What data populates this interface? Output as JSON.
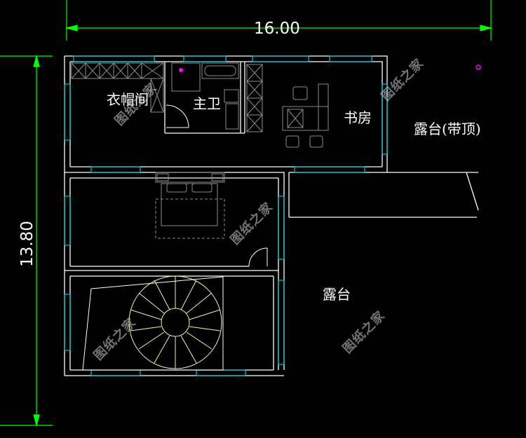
{
  "dimensions": {
    "width_label": "16.00",
    "height_label": "13.80"
  },
  "rooms": {
    "closet": "衣帽间",
    "master_bath": "主卫",
    "study": "书房",
    "covered_terrace": "露台(带顶)",
    "terrace": "露台"
  },
  "watermark": "图纸之家",
  "colors": {
    "background": "#000000",
    "wall": "#ffffff",
    "dimension": "#00ff00",
    "window": "#00c8d8",
    "furniture": "#8c8c8c",
    "stair": "#f5f5a0",
    "marker": "#ff00ff"
  }
}
